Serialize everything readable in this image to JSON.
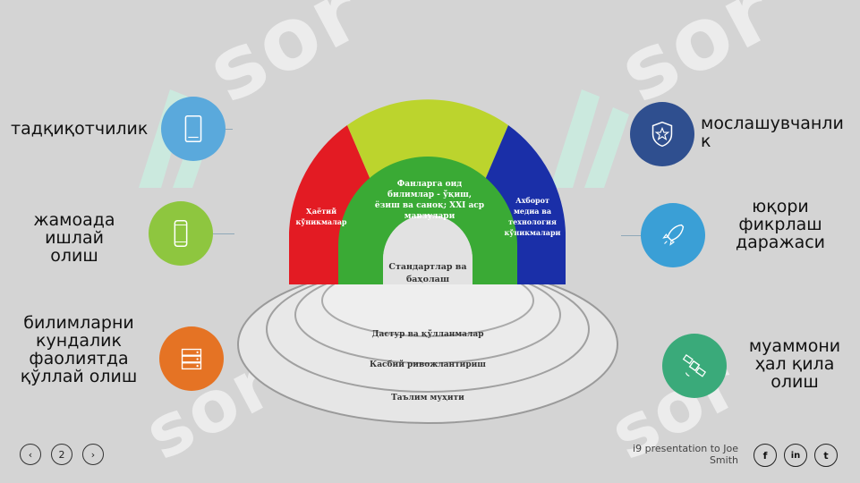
{
  "watermark": {
    "text": "sor"
  },
  "left_items": [
    {
      "label": "тадқиқотчилик",
      "color": "#5aa9dc",
      "icon": "tablet-icon"
    },
    {
      "label": "жамоада ишлай олиш",
      "color": "#8ec63f",
      "icon": "phone-icon"
    },
    {
      "label": "билимларни кундалик фаолиятда қўллай олиш",
      "color": "#e57324",
      "icon": "server-icon"
    }
  ],
  "right_items": [
    {
      "label": "мослашувчанлик",
      "color": "#2f4f8f",
      "icon": "shield-star-icon"
    },
    {
      "label": "юқори фикрлаш даражаси",
      "color": "#3a9fd6",
      "icon": "rocket-icon"
    },
    {
      "label": "муаммони ҳал қила олиш",
      "color": "#3aaa7a",
      "icon": "satellite-icon"
    }
  ],
  "diagram": {
    "red_segment": "Ҳаётий кўникмалар",
    "green_arc": "Фанларга оид билимлар - ўқиш, ёзиш ва саноқ; XXI аср мавзулари",
    "blue_segment": "Ахборот медиа ва технология кўникмалари",
    "inner_arch": "Стандартлар ва баҳолаш",
    "rings": [
      "Дастур ва қўлланмалар",
      "Касбий ривожлантириш",
      "Таълим муҳити"
    ],
    "colors": {
      "red": "#e31b23",
      "yellow": "#bcd42d",
      "blue": "#1a2fa8",
      "green": "#3aaa35"
    }
  },
  "footer": {
    "prev": "‹",
    "page": "2",
    "next": "›",
    "presentation_line1": "i9 presentation to Joe",
    "presentation_line2": "Smith",
    "social": [
      "f",
      "in",
      "t"
    ]
  }
}
